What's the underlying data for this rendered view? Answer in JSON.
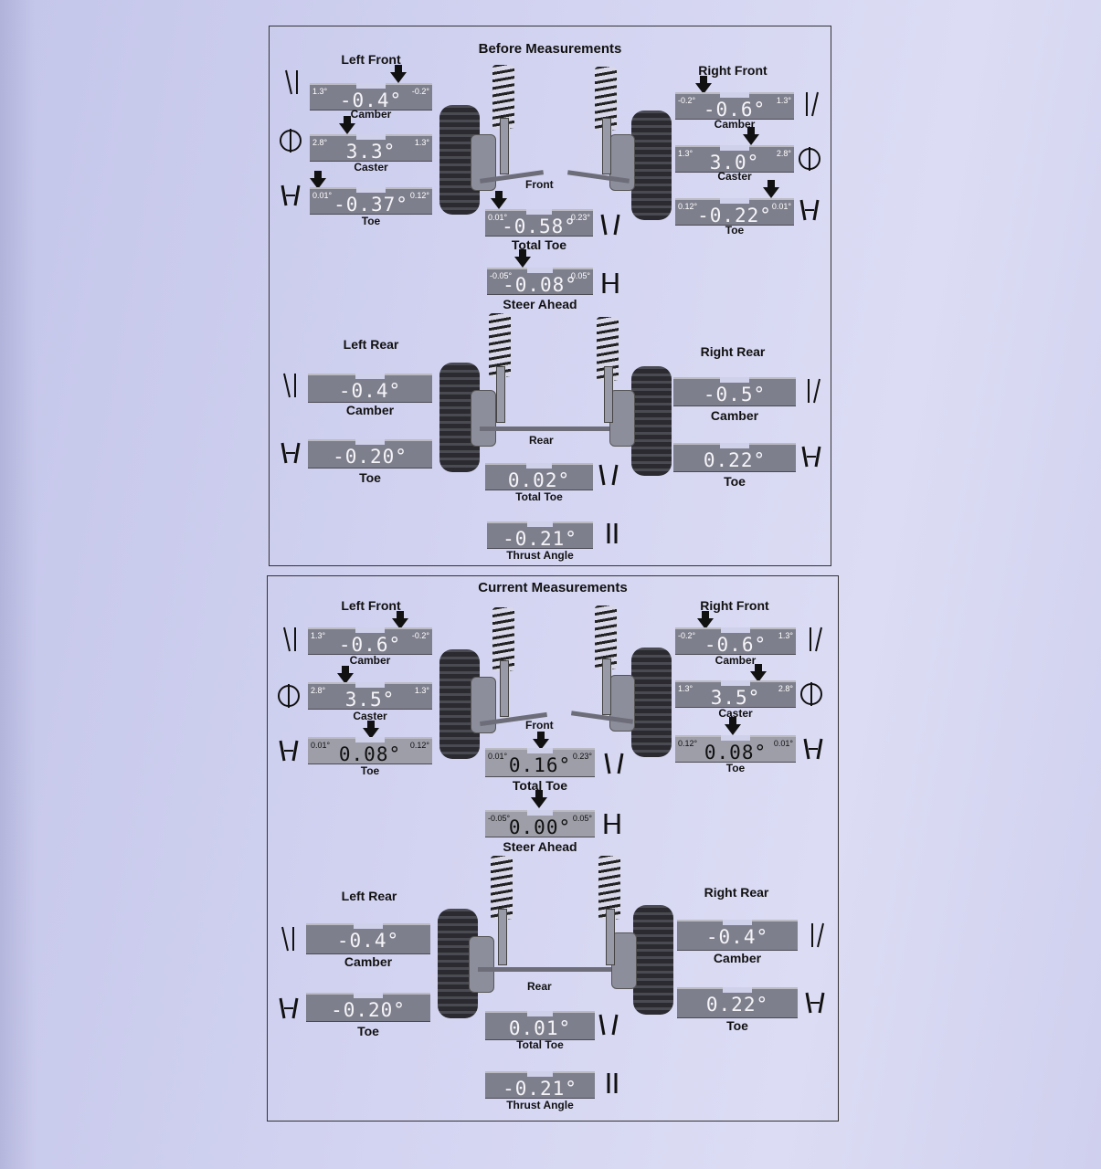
{
  "page_header": "",
  "before": {
    "title": "Before Measurements",
    "front_label": "Front",
    "rear_label": "Rear",
    "left_front": {
      "title": "Left Front",
      "camber": {
        "lo": "1.3°",
        "hi": "-0.2°",
        "value": "-0.4°",
        "label": "Camber"
      },
      "caster": {
        "lo": "2.8°",
        "hi": "1.3°",
        "value": "3.3°",
        "label": "Caster"
      },
      "toe": {
        "lo": "0.01°",
        "hi": "0.12°",
        "value": "-0.37°",
        "label": "Toe"
      }
    },
    "right_front": {
      "title": "Right Front",
      "camber": {
        "lo": "-0.2°",
        "hi": "1.3°",
        "value": "-0.6°",
        "label": "Camber"
      },
      "caster": {
        "lo": "1.3°",
        "hi": "2.8°",
        "value": "3.0°",
        "label": "Caster"
      },
      "toe": {
        "lo": "0.12°",
        "hi": "0.01°",
        "value": "-0.22°",
        "label": "Toe"
      }
    },
    "total_toe_front": {
      "lo": "0.01°",
      "hi": "0.23°",
      "value": "-0.58°",
      "label": "Total Toe"
    },
    "steer_ahead": {
      "lo": "-0.05°",
      "hi": "0.05°",
      "value": "-0.08°",
      "label": "Steer Ahead"
    },
    "left_rear": {
      "title": "Left Rear",
      "camber": {
        "value": "-0.4°",
        "label": "Camber"
      },
      "toe": {
        "value": "-0.20°",
        "label": "Toe"
      }
    },
    "right_rear": {
      "title": "Right Rear",
      "camber": {
        "value": "-0.5°",
        "label": "Camber"
      },
      "toe": {
        "value": "0.22°",
        "label": "Toe"
      }
    },
    "total_toe_rear": {
      "value": "0.02°",
      "label": "Total Toe"
    },
    "thrust_angle": {
      "value": "-0.21°",
      "label": "Thrust Angle"
    }
  },
  "current": {
    "title": "Current Measurements",
    "front_label": "Front",
    "rear_label": "Rear",
    "left_front": {
      "title": "Left Front",
      "camber": {
        "lo": "1.3°",
        "hi": "-0.2°",
        "value": "-0.6°",
        "label": "Camber"
      },
      "caster": {
        "lo": "2.8°",
        "hi": "1.3°",
        "value": "3.5°",
        "label": "Caster"
      },
      "toe": {
        "lo": "0.01°",
        "hi": "0.12°",
        "value": "0.08°",
        "label": "Toe"
      }
    },
    "right_front": {
      "title": "Right Front",
      "camber": {
        "lo": "-0.2°",
        "hi": "1.3°",
        "value": "-0.6°",
        "label": "Camber"
      },
      "caster": {
        "lo": "1.3°",
        "hi": "2.8°",
        "value": "3.5°",
        "label": "Caster"
      },
      "toe": {
        "lo": "0.12°",
        "hi": "0.01°",
        "value": "0.08°",
        "label": "Toe"
      }
    },
    "total_toe_front": {
      "lo": "0.01°",
      "hi": "0.23°",
      "value": "0.16°",
      "label": "Total Toe"
    },
    "steer_ahead": {
      "lo": "-0.05°",
      "hi": "0.05°",
      "value": "0.00°",
      "label": "Steer Ahead"
    },
    "left_rear": {
      "title": "Left Rear",
      "camber": {
        "value": "-0.4°",
        "label": "Camber"
      },
      "toe": {
        "value": "-0.20°",
        "label": "Toe"
      }
    },
    "right_rear": {
      "title": "Right Rear",
      "camber": {
        "value": "-0.4°",
        "label": "Camber"
      },
      "toe": {
        "value": "0.22°",
        "label": "Toe"
      }
    },
    "total_toe_rear": {
      "value": "0.01°",
      "label": "Total Toe"
    },
    "thrust_angle": {
      "value": "-0.21°",
      "label": "Thrust Angle"
    }
  }
}
